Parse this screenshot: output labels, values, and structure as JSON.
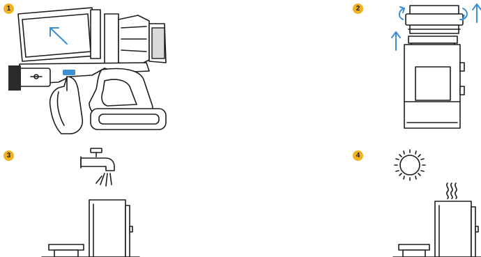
{
  "steps": [
    {
      "number": "1",
      "illustration": "press-release-button-open-dust-bin"
    },
    {
      "number": "2",
      "illustration": "twist-and-lift-filter"
    },
    {
      "number": "3",
      "illustration": "rinse-under-tap"
    },
    {
      "number": "4",
      "illustration": "dry-in-sun"
    }
  ],
  "colors": {
    "accent_blue": "#3a8fd6",
    "step_badge": "#f2b21e",
    "line": "#1c1c1c"
  }
}
